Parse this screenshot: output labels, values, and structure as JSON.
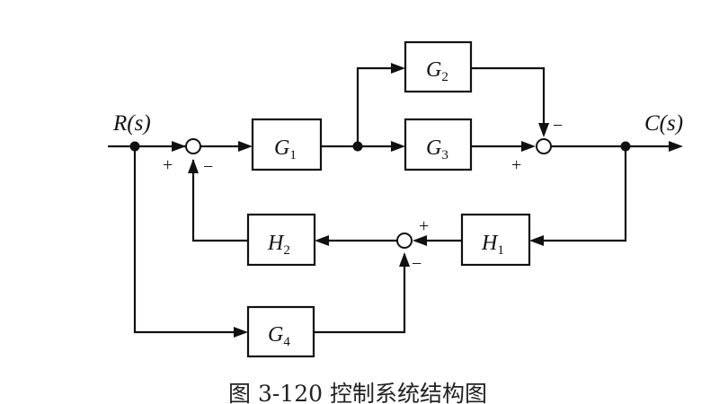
{
  "signals": {
    "input": "R(s)",
    "output": "C(s)"
  },
  "blocks": {
    "g1": {
      "main": "G",
      "sub": "1"
    },
    "g2": {
      "main": "G",
      "sub": "2"
    },
    "g3": {
      "main": "G",
      "sub": "3"
    },
    "g4": {
      "main": "G",
      "sub": "4"
    },
    "h1": {
      "main": "H",
      "sub": "1"
    },
    "h2": {
      "main": "H",
      "sub": "2"
    }
  },
  "signs": {
    "sum1_input": "+",
    "sum1_feedback": "−",
    "sum2_g2": "−",
    "sum2_g3": "+",
    "sum3_h1": "+",
    "sum3_g4": "−"
  },
  "caption": "图 3-120   控制系统结构图"
}
